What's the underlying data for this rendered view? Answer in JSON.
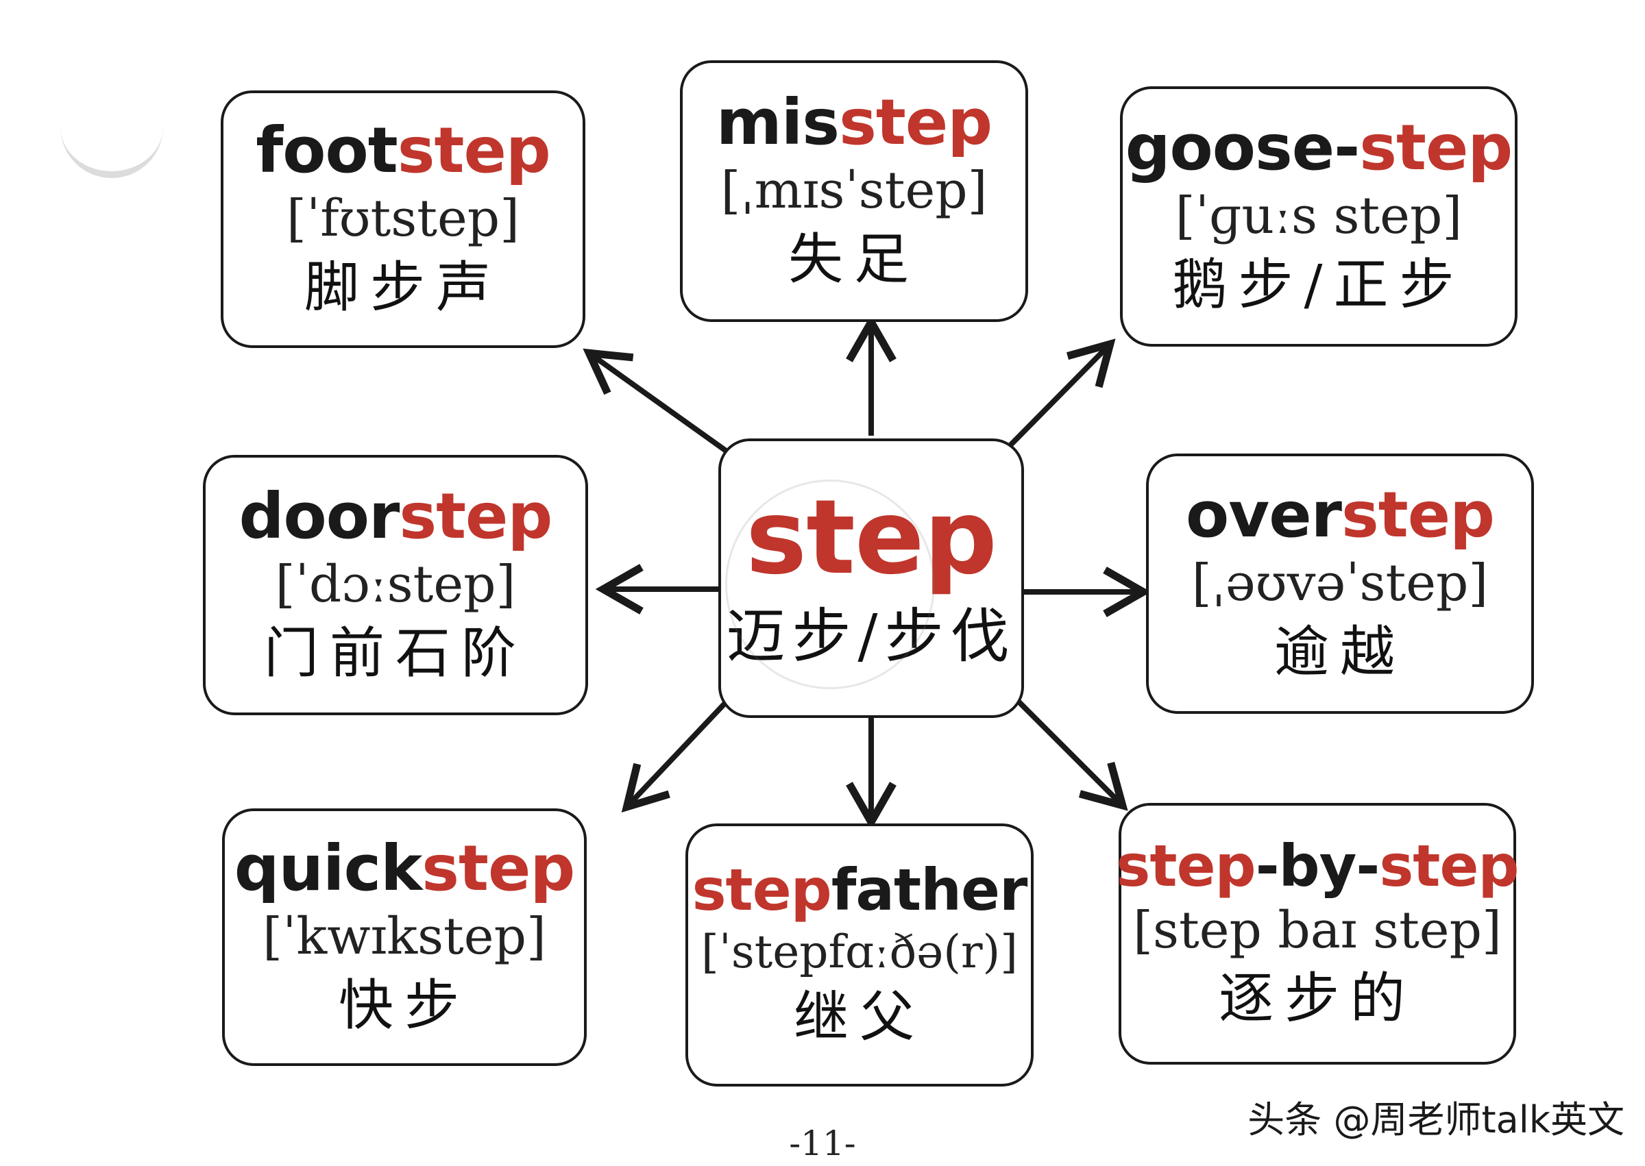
{
  "colors": {
    "accent": "#c0362c",
    "ink": "#1a1a1a"
  },
  "center": {
    "word": [
      {
        "text": "step",
        "accent": true
      }
    ],
    "meaning": "迈步/步伐"
  },
  "cards": [
    {
      "id": "footstep",
      "word": [
        {
          "text": "foot",
          "accent": false
        },
        {
          "text": "step",
          "accent": true
        }
      ],
      "ipa": "[ˈfʊtstep]",
      "meaning": "脚步声"
    },
    {
      "id": "misstep",
      "word": [
        {
          "text": "mis",
          "accent": false
        },
        {
          "text": "step",
          "accent": true
        }
      ],
      "ipa": "[ˌmɪsˈstep]",
      "meaning": "失足"
    },
    {
      "id": "goose-step",
      "word": [
        {
          "text": "goose-",
          "accent": false
        },
        {
          "text": "step",
          "accent": true
        }
      ],
      "ipa": "[ˈɡuːs step]",
      "meaning": "鹅步/正步"
    },
    {
      "id": "doorstep",
      "word": [
        {
          "text": "door",
          "accent": false
        },
        {
          "text": "step",
          "accent": true
        }
      ],
      "ipa": "[ˈdɔːstep]",
      "meaning": "门前石阶"
    },
    {
      "id": "overstep",
      "word": [
        {
          "text": "over",
          "accent": false
        },
        {
          "text": "step",
          "accent": true
        }
      ],
      "ipa": "[ˌəʊvəˈstep]",
      "meaning": "逾越"
    },
    {
      "id": "quickstep",
      "word": [
        {
          "text": "quick",
          "accent": false
        },
        {
          "text": "step",
          "accent": true
        }
      ],
      "ipa": "[ˈkwɪkstep]",
      "meaning": "快步"
    },
    {
      "id": "stepfather",
      "word": [
        {
          "text": "step",
          "accent": true
        },
        {
          "text": "father",
          "accent": false
        }
      ],
      "ipa": "[ˈstepfɑːðə(r)]",
      "meaning": "继父"
    },
    {
      "id": "step-by-step",
      "word": [
        {
          "text": "step",
          "accent": true
        },
        {
          "text": "-by-",
          "accent": false
        },
        {
          "text": "step",
          "accent": true
        }
      ],
      "ipa": "[step baɪ step]",
      "meaning": "逐步的"
    }
  ],
  "page_number": "-11-",
  "credit": "头条 @周老师talk英文"
}
